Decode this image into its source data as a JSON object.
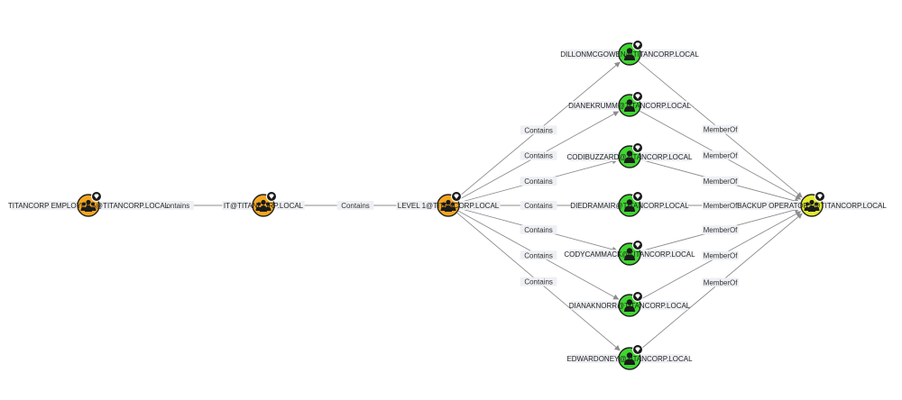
{
  "colors": {
    "group": "#f5a61f",
    "user": "#3fd631",
    "target_group": "#e3ec2c",
    "edge": "#8c8c8c",
    "label_bg": "#eef0f4"
  },
  "icons": {
    "group_glyph": "users-group-icon",
    "user_glyph": "user-icon",
    "badge": "gem-badge-icon"
  },
  "nodes": [
    {
      "id": "emp",
      "label": "TITANCORP EMPLOYEES@TITANCORP.LOCAL",
      "kind": "group"
    },
    {
      "id": "it",
      "label": "IT@TITANCORP.LOCAL",
      "kind": "group"
    },
    {
      "id": "lvl1",
      "label": "LEVEL 1@TITANCORP.LOCAL",
      "kind": "group"
    },
    {
      "id": "dillon",
      "label": "DILLONMCGOWEN@TITANCORP.LOCAL",
      "kind": "user"
    },
    {
      "id": "diane",
      "label": "DIANEKRUMM@TITANCORP.LOCAL",
      "kind": "user"
    },
    {
      "id": "codi",
      "label": "CODIBUZZARD@TITANCORP.LOCAL",
      "kind": "user"
    },
    {
      "id": "diedra",
      "label": "DIEDRAMAIR@TITANCORP.LOCAL",
      "kind": "user"
    },
    {
      "id": "cody",
      "label": "CODYCAMMACK@TITANCORP.LOCAL",
      "kind": "user"
    },
    {
      "id": "diana",
      "label": "DIANAKNORR@TITANCORP.LOCAL",
      "kind": "user"
    },
    {
      "id": "edward",
      "label": "EDWARDONEY@TITANCORP.LOCAL",
      "kind": "user"
    },
    {
      "id": "backup",
      "label": "BACKUP OPERATORS@TITANCORP.LOCAL",
      "kind": "target_group"
    }
  ],
  "edges": [
    {
      "from": "emp",
      "to": "it",
      "label": "Contains"
    },
    {
      "from": "it",
      "to": "lvl1",
      "label": "Contains"
    },
    {
      "from": "lvl1",
      "to": "dillon",
      "label": "Contains"
    },
    {
      "from": "lvl1",
      "to": "diane",
      "label": "Contains"
    },
    {
      "from": "lvl1",
      "to": "codi",
      "label": "Contains"
    },
    {
      "from": "lvl1",
      "to": "diedra",
      "label": "Contains"
    },
    {
      "from": "lvl1",
      "to": "cody",
      "label": "Contains"
    },
    {
      "from": "lvl1",
      "to": "diana",
      "label": "Contains"
    },
    {
      "from": "lvl1",
      "to": "edward",
      "label": "Contains"
    },
    {
      "from": "dillon",
      "to": "backup",
      "label": "MemberOf"
    },
    {
      "from": "diane",
      "to": "backup",
      "label": "MemberOf"
    },
    {
      "from": "codi",
      "to": "backup",
      "label": "MemberOf"
    },
    {
      "from": "diedra",
      "to": "backup",
      "label": "MemberOf"
    },
    {
      "from": "cody",
      "to": "backup",
      "label": "MemberOf"
    },
    {
      "from": "diana",
      "to": "backup",
      "label": "MemberOf"
    },
    {
      "from": "edward",
      "to": "backup",
      "label": "MemberOf"
    }
  ]
}
